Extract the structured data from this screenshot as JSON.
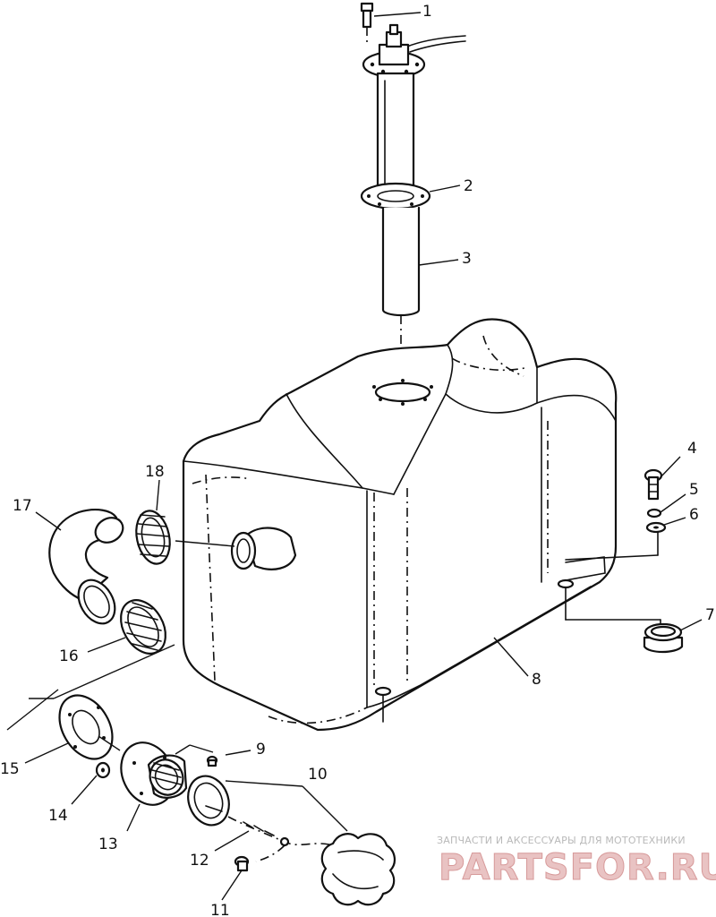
{
  "labels": [
    "1",
    "2",
    "3",
    "4",
    "5",
    "6",
    "7",
    "8",
    "9",
    "10",
    "11",
    "12",
    "13",
    "14",
    "15",
    "16",
    "17",
    "18"
  ],
  "watermark": {
    "tagline": "ЗАПЧАСТИ И АКСЕССУАРЫ ДЛЯ МОТОТЕХНИКИ",
    "brand": "PARTSFOR.RU",
    "color": "#e9c3c3"
  }
}
